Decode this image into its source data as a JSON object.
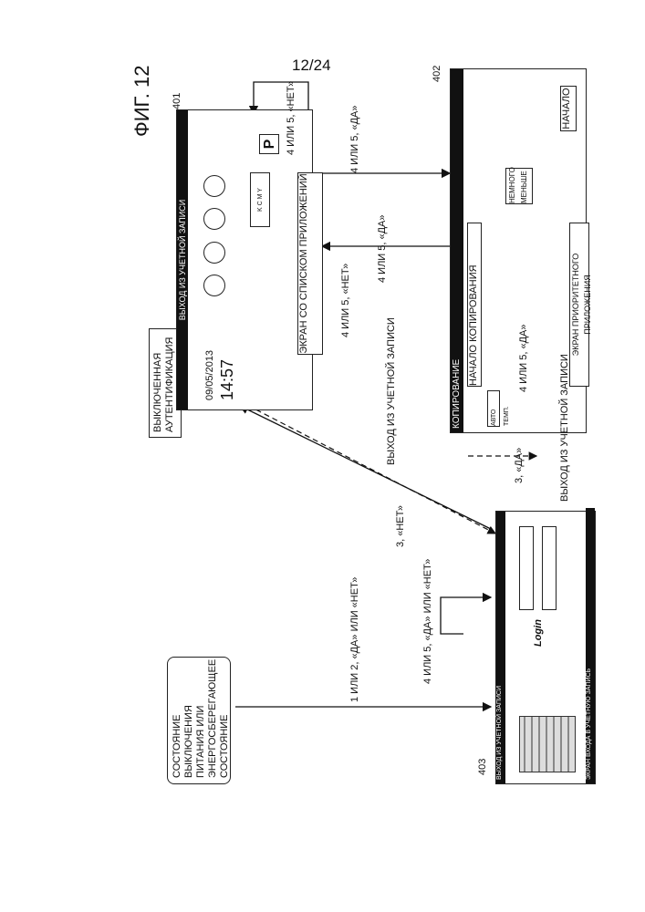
{
  "page": {
    "number": "12/24",
    "figure": "ФИГ. 12"
  },
  "refs": {
    "r401": "401",
    "r402": "402",
    "r403": "403"
  },
  "nodes": {
    "off_state": "СОСТОЯНИЕ ВЫКЛЮЧЕНИЯ ПИТАНИЯ ИЛИ ЭНЕРГОСБЕРЕГАЮЩЕЕ СОСТОЯНИЕ",
    "auth_disabled": "ВЫКЛЮЧЕННАЯ АУТЕНТИФИКАЦИЯ"
  },
  "login": {
    "title": "ВЫХОД ИЗ УЧЕТНОЙ ЗАПИСИ",
    "heading": "Login",
    "bottom_label": "ЭКРАН ВХОДА В УЧЕТНУЮ ЗАПИСЬ"
  },
  "launcher": {
    "title": "ВЫХОД ИЗ УЧЕТНОЙ ЗАПИСИ",
    "date": "09/05/2013",
    "time": "14:57",
    "toner_labels": "K C M Y",
    "p_label": "P",
    "caption": "ЭКРАН СО СПИСКОМ ПРИЛОЖЕНИЙ"
  },
  "copy": {
    "title": "КОПИРОВАНИЕ",
    "start_header": "НАЧАЛО КОПИРОВАНИЯ",
    "auto_color": "АВТО ТЕМП.",
    "less": "НЕМНОГО МЕНЬШЕ",
    "start_btn": "НАЧАЛО",
    "caption": "ЭКРАН ПРИОРИТЕТНОГО ПРИЛОЖЕНИЯ"
  },
  "edges": {
    "e1": "1 ИЛИ 2, «ДА» ИЛИ «НЕТ»",
    "e2": "4 ИЛИ 5, «ДА» ИЛИ «НЕТ»",
    "e3": "3, «НЕТ»",
    "logout": "ВЫХОД ИЗ УЧЕТНОЙ ЗАПИСИ",
    "e4": "3, «ДА»",
    "e5": "4 ИЛИ 5, «ДА»",
    "e6": "4 ИЛИ 5, «НЕТ»",
    "e7": "4 ИЛИ 5, «ДА»",
    "e8": "4 ИЛИ 5, «ДА»",
    "e9": "4 ИЛИ 5, «НЕТ»"
  }
}
